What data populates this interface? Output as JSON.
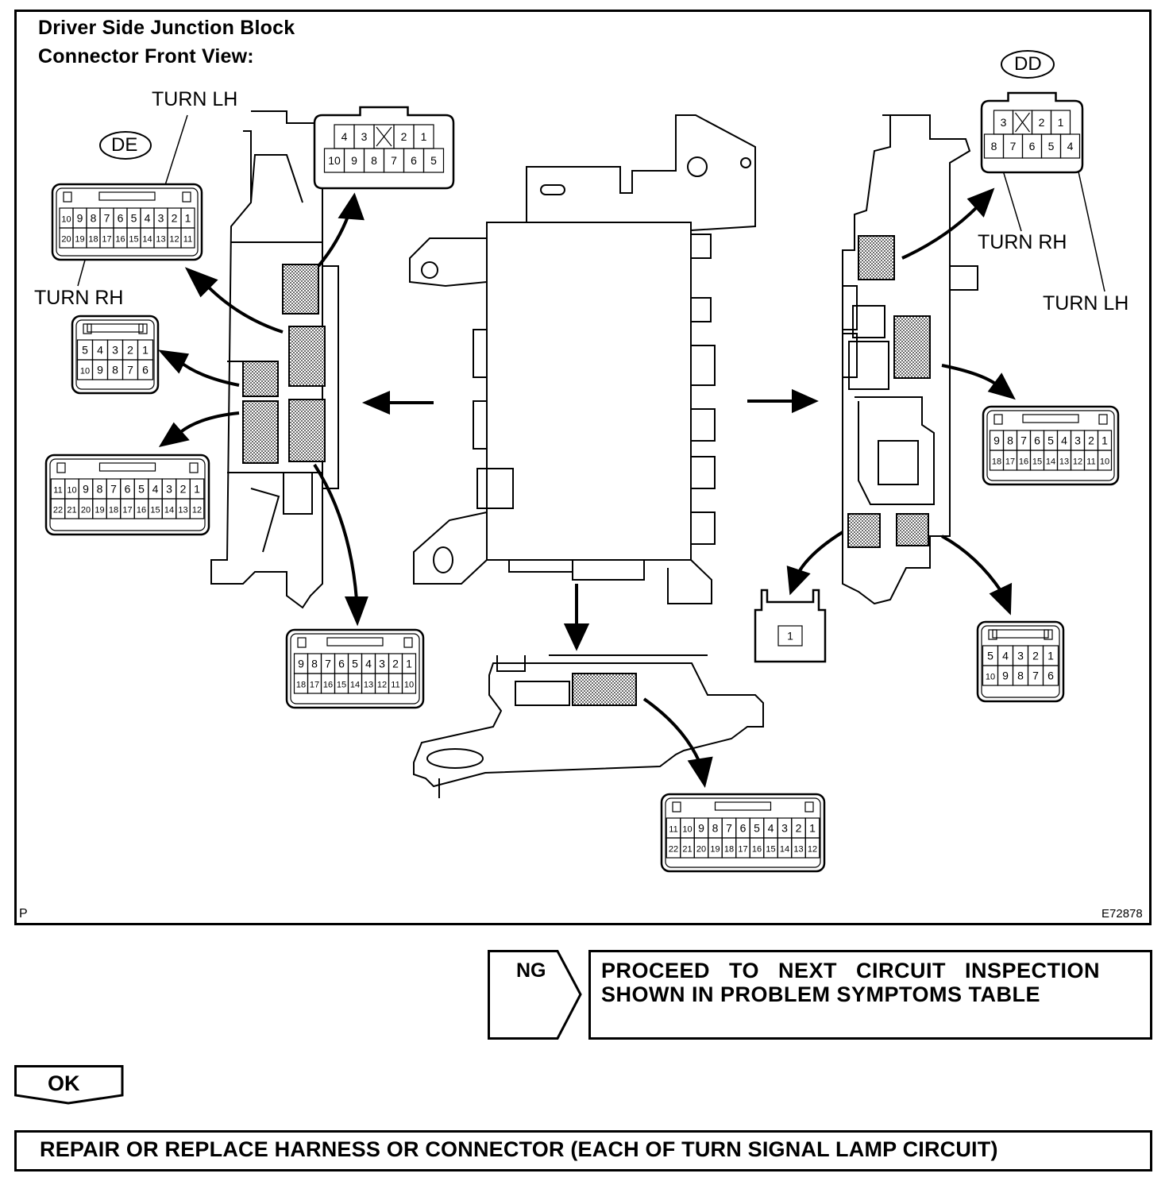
{
  "figure": {
    "title_line1": "Driver Side Junction Block",
    "title_line2": "Connector Front View:",
    "corner_left": "P",
    "corner_right": "E72878",
    "labels": {
      "de": "DE",
      "dd": "DD",
      "de_turn_lh": "TURN LH",
      "de_turn_rh": "TURN RH",
      "dd_turn_rh": "TURN RH",
      "dd_turn_lh": "TURN LH"
    },
    "connectors": {
      "top_10": {
        "row1": [
          "4",
          "3",
          "",
          "2",
          "1"
        ],
        "row2": [
          "10",
          "9",
          "8",
          "7",
          "6",
          "5"
        ]
      },
      "de_20": {
        "row1": [
          "10",
          "9",
          "8",
          "7",
          "6",
          "5",
          "4",
          "3",
          "2",
          "1"
        ],
        "row2": [
          "20",
          "19",
          "18",
          "17",
          "16",
          "15",
          "14",
          "13",
          "12",
          "11"
        ]
      },
      "left_10": {
        "row1": [
          "5",
          "4",
          "3",
          "2",
          "1"
        ],
        "row2": [
          "10",
          "9",
          "8",
          "7",
          "6"
        ]
      },
      "left_22": {
        "row1": [
          "11",
          "10",
          "9",
          "8",
          "7",
          "6",
          "5",
          "4",
          "3",
          "2",
          "1"
        ],
        "row2": [
          "22",
          "21",
          "20",
          "19",
          "18",
          "17",
          "16",
          "15",
          "14",
          "13",
          "12"
        ]
      },
      "bottom_18": {
        "row1": [
          "9",
          "8",
          "7",
          "6",
          "5",
          "4",
          "3",
          "2",
          "1"
        ],
        "row2": [
          "18",
          "17",
          "16",
          "15",
          "14",
          "13",
          "12",
          "11",
          "10"
        ]
      },
      "dd_8": {
        "row1": [
          "3",
          "",
          "2",
          "1"
        ],
        "row2": [
          "8",
          "7",
          "6",
          "5",
          "4"
        ]
      },
      "right_18": {
        "row1": [
          "9",
          "8",
          "7",
          "6",
          "5",
          "4",
          "3",
          "2",
          "1"
        ],
        "row2": [
          "18",
          "17",
          "16",
          "15",
          "14",
          "13",
          "12",
          "11",
          "10"
        ]
      },
      "single": {
        "row1": [
          "1"
        ]
      },
      "right_10": {
        "row1": [
          "5",
          "4",
          "3",
          "2",
          "1"
        ],
        "row2": [
          "10",
          "9",
          "8",
          "7",
          "6"
        ]
      },
      "lower_22": {
        "row1": [
          "11",
          "10",
          "9",
          "8",
          "7",
          "6",
          "5",
          "4",
          "3",
          "2",
          "1"
        ],
        "row2": [
          "22",
          "21",
          "20",
          "19",
          "18",
          "17",
          "16",
          "15",
          "14",
          "13",
          "12"
        ]
      }
    }
  },
  "ng": {
    "label": "NG",
    "message_line1": "PROCEED  TO  NEXT  CIRCUIT  INSPECTION",
    "message_line2": "SHOWN IN PROBLEM SYMPTOMS TABLE"
  },
  "ok": {
    "label": "OK"
  },
  "repair": {
    "label": "REPAIR OR REPLACE HARNESS OR CONNECTOR (EACH OF TURN SIGNAL LAMP CIRCUIT)"
  }
}
